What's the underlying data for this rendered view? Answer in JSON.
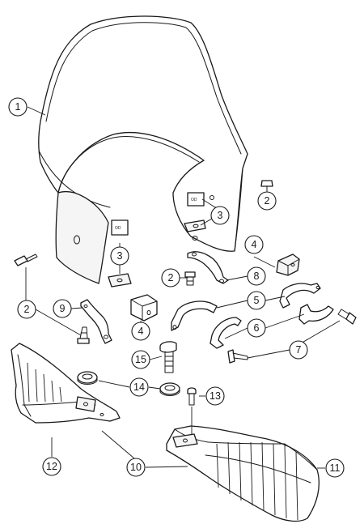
{
  "callouts": {
    "c1": "1",
    "c2a": "2",
    "c2b": "2",
    "c2c": "2",
    "c3a": "3",
    "c3b": "3",
    "c4a": "4",
    "c4b": "4",
    "c5": "5",
    "c6": "6",
    "c7": "7",
    "c8": "8",
    "c9": "9",
    "c10": "10",
    "c11": "11",
    "c12": "12",
    "c13": "13",
    "c14": "14",
    "c15": "15"
  }
}
